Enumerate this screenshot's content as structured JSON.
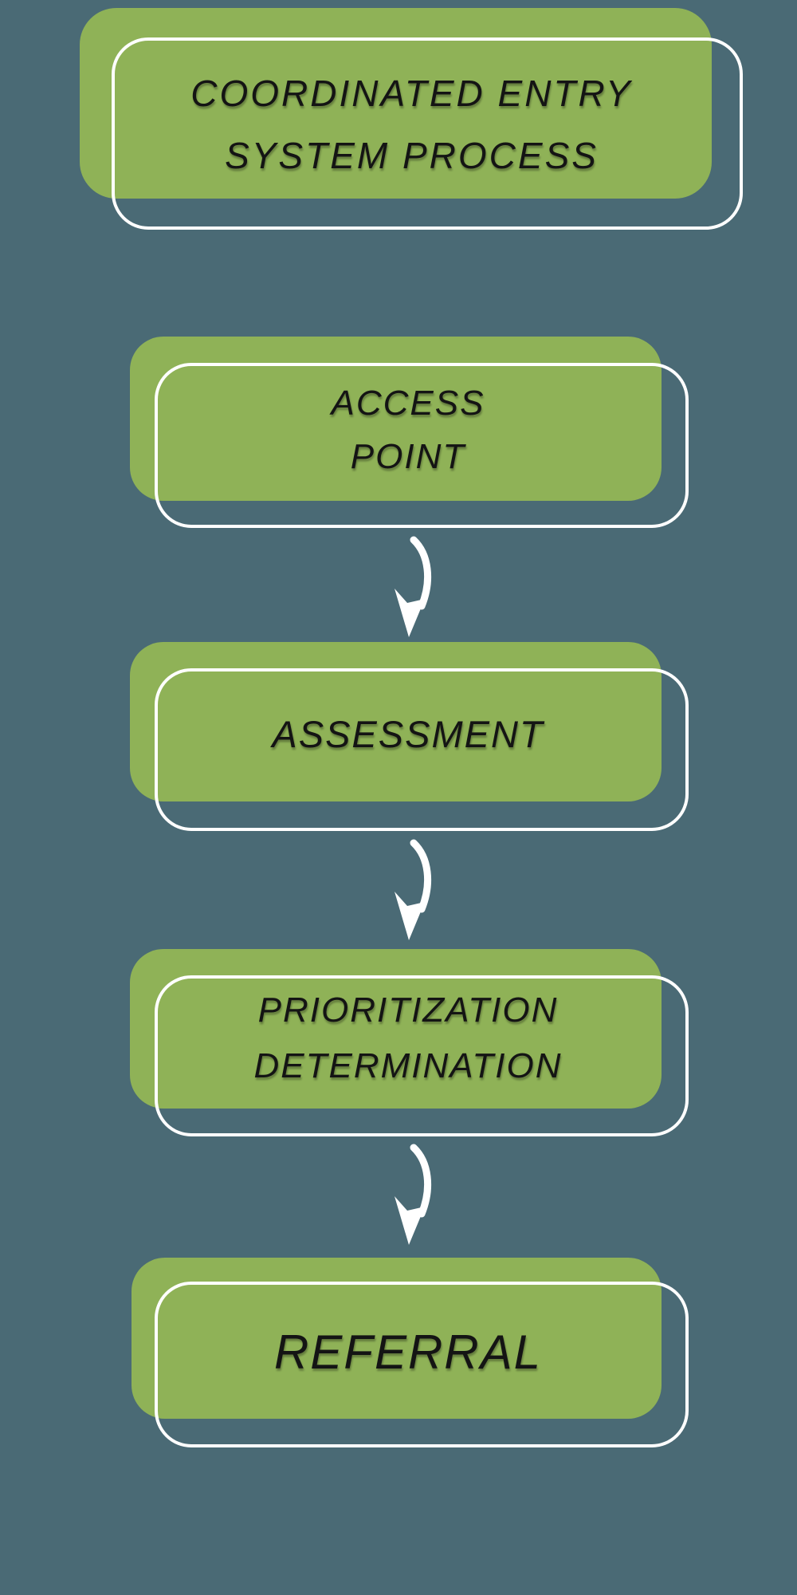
{
  "page": {
    "background_color": "#4A6A75",
    "box_fill_color": "#8FB257",
    "outline_color": "#FFFFFF",
    "text_color": "#141414",
    "arrow_color": "#FFFFFF"
  },
  "flow": {
    "title": {
      "lines": [
        "COORDINATED ENTRY",
        "SYSTEM PROCESS"
      ]
    },
    "nodes": [
      {
        "id": "access-point",
        "lines": [
          "ACCESS",
          "POINT"
        ]
      },
      {
        "id": "assessment",
        "lines": [
          "ASSESSMENT"
        ]
      },
      {
        "id": "prioritization-determination",
        "lines": [
          "PRIORITIZATION",
          "DETERMINATION"
        ]
      },
      {
        "id": "referral",
        "lines": [
          "REFERRAL"
        ]
      }
    ],
    "arrows": [
      {
        "from": "access-point",
        "to": "assessment",
        "direction": "down"
      },
      {
        "from": "assessment",
        "to": "prioritization-determination",
        "direction": "down"
      },
      {
        "from": "prioritization-determination",
        "to": "referral",
        "direction": "down"
      }
    ]
  }
}
